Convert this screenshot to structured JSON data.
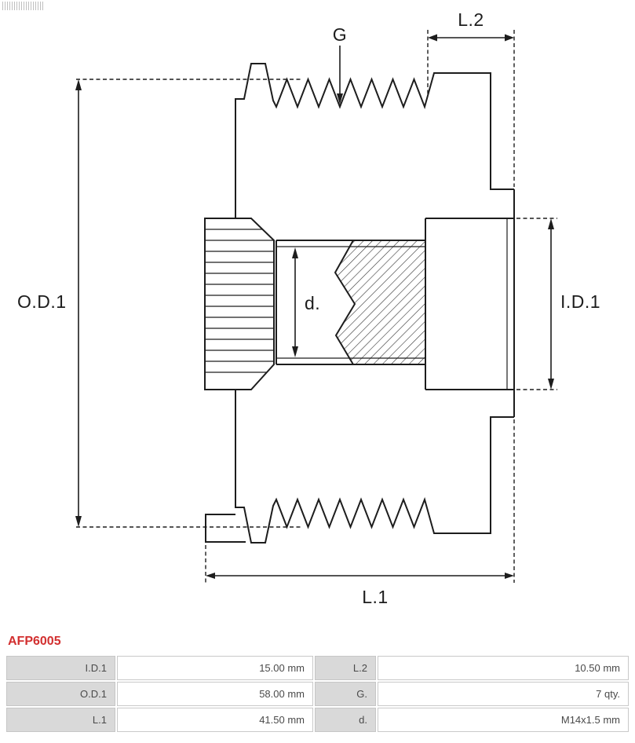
{
  "artifact": {
    "name": "corner-barcode"
  },
  "diagram": {
    "labels": {
      "g": "G",
      "l2": "L.2",
      "od1": "O.D.1",
      "id1": "I.D.1",
      "d": "d.",
      "l1": "L.1"
    },
    "groove_count": 7,
    "line_color": "#1d1d1d"
  },
  "part_number": "AFP6005",
  "colors": {
    "part_number": "#d22f2f",
    "table_label_bg": "#d9d9d9",
    "table_border": "#c9c9c9",
    "line": "#1d1d1d"
  },
  "table": {
    "rows": [
      {
        "cells": [
          "I.D.1",
          "15.00 mm",
          "L.2",
          "10.50 mm"
        ]
      },
      {
        "cells": [
          "O.D.1",
          "58.00 mm",
          "G.",
          "7 qty."
        ]
      },
      {
        "cells": [
          "L.1",
          "41.50 mm",
          "d.",
          "M14x1.5 mm"
        ]
      }
    ]
  }
}
